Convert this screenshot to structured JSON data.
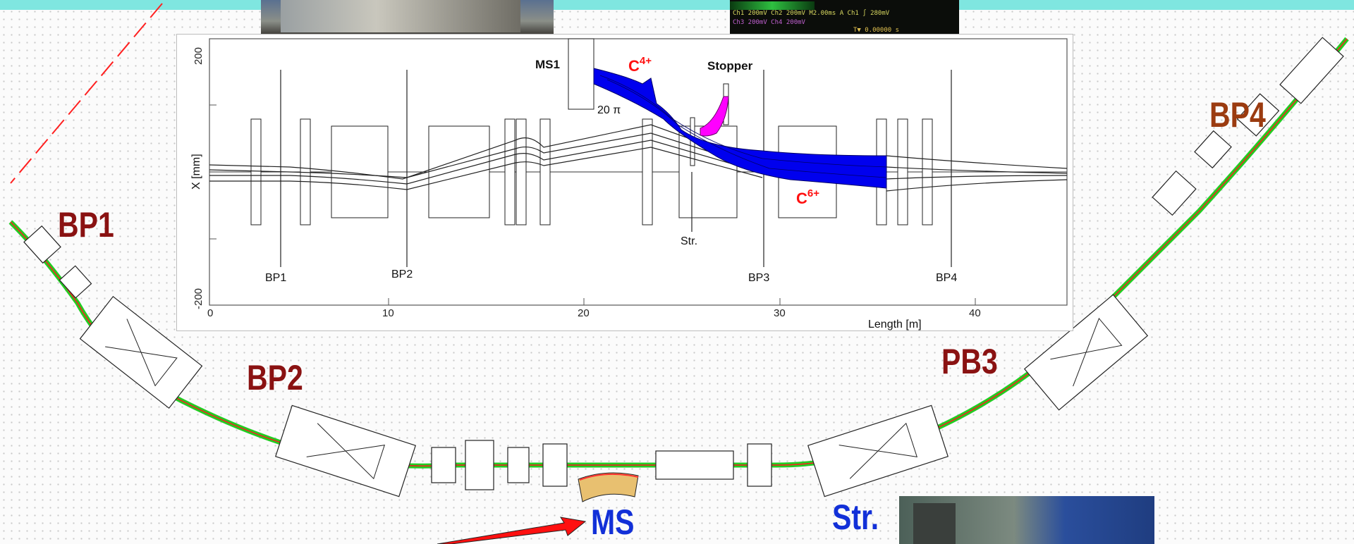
{
  "overview": {
    "labels": {
      "bp1": "BP1",
      "bp2": "BP2",
      "pb3": "PB3",
      "bp4": "BP4",
      "ms": "MS",
      "str": "Str."
    },
    "colors": {
      "label_dark_red": "#8a1212",
      "label_brown": "#9b3b10",
      "label_blue": "#1230d8",
      "beam_line": "#ff2020",
      "beam_blue": "#0000ee",
      "stopper_magenta": "#ff00ff",
      "arrow_red": "#ff1010",
      "header_bar": "#7fe6e0"
    }
  },
  "scope": {
    "line1": "Ch1  200mV  Ch2  200mV  M2.00ms  A  Ch1  ∫  280mV",
    "line2": "Ch3  200mV  Ch4  200mV",
    "line3": "T▼ 0.00000 s"
  },
  "inset": {
    "ylabel": "X [mm]",
    "xlabel": "Length [m]",
    "y_ticks": [
      "200",
      "-200"
    ],
    "x_ticks": [
      "0",
      "10",
      "20",
      "30",
      "40"
    ],
    "probes": {
      "bp1": "BP1",
      "bp2": "BP2",
      "bp3": "BP3",
      "bp4": "BP4",
      "str": "Str."
    },
    "ms1": "MS1",
    "stopper": "Stopper",
    "c4_base": "C",
    "c4_sup": "4+",
    "c6_base": "C",
    "c6_sup": "6+",
    "emittance": "20 π"
  }
}
